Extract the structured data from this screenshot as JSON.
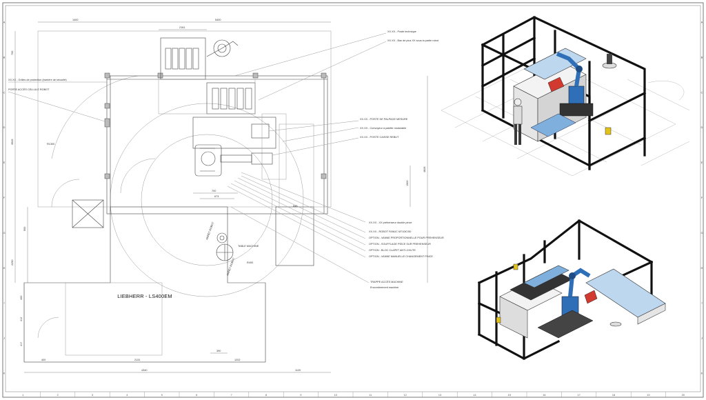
{
  "drawing": {
    "machine_label": "LIEBHERR - LS400EM",
    "callouts_top": [
      "XX.XX - Poste technique",
      "XX.XX - Bac de plus XX sous la partie robot"
    ],
    "callouts_left": [
      "XX.XX - Grilles de protection (barrière de sécurité)",
      "PORTE ACCÈS CELLULE ROBOT"
    ],
    "callouts_mid": [
      "XX.XX - POSTE DE PALPAGE MESURE",
      "XX.XX - Convoyeur à palette modulable",
      "XX.XX - POSTE CAISSE REBUT"
    ],
    "callouts_lower": [
      "XX.XX - XX préhenseur double pince",
      "XX.XX - ROBOT FANUC M710iC/50",
      "OPTION - VANNE PROPORTIONNELLE POUR PREHENSEUR",
      "OPTION - SOUFFLAGE PIECE SUR PREHENSEUR",
      "OPTION - BLOC CLAPET ANTI-CHUTE",
      "OPTION - VANNE MANUELLE CHANGEMENT PINCE"
    ],
    "callouts_bottom": [
      "TRAPPE ACCÈS MACHINE",
      "Encombrement machine"
    ],
    "radial_labels": [
      "ARRÊT ROBOT",
      "TABLE MACHINE",
      "ARRÊT ROBOT"
    ],
    "dims_top": [
      "1400",
      "5400",
      "2161"
    ],
    "dims_left": [
      "700",
      "3549",
      "900",
      "2250",
      "400",
      "412",
      "417"
    ],
    "dims_bottom": [
      "400",
      "2131",
      "1202",
      "4340",
      "1120"
    ],
    "dims_inner": [
      "700",
      "673",
      "390",
      "1500",
      "4828",
      "R1300",
      "R400",
      "840"
    ]
  },
  "sheet_border": {
    "columns": [
      "1",
      "2",
      "3",
      "4",
      "5",
      "6",
      "7",
      "8",
      "9",
      "10",
      "11",
      "12",
      "13",
      "14",
      "15",
      "16",
      "17",
      "18",
      "19",
      "20"
    ],
    "rows": [
      "A",
      "B",
      "C",
      "D",
      "E",
      "F",
      "G",
      "H",
      "I",
      "J",
      "K"
    ]
  },
  "colors": {
    "frame": "#111111",
    "line": "#444444",
    "robot_blue": "#2f6fb7",
    "conveyor_blue": "#bcd7ee",
    "accent_red": "#d23a2f",
    "accent_yellow": "#e3c21a",
    "floor_line": "#b8b8b8"
  }
}
